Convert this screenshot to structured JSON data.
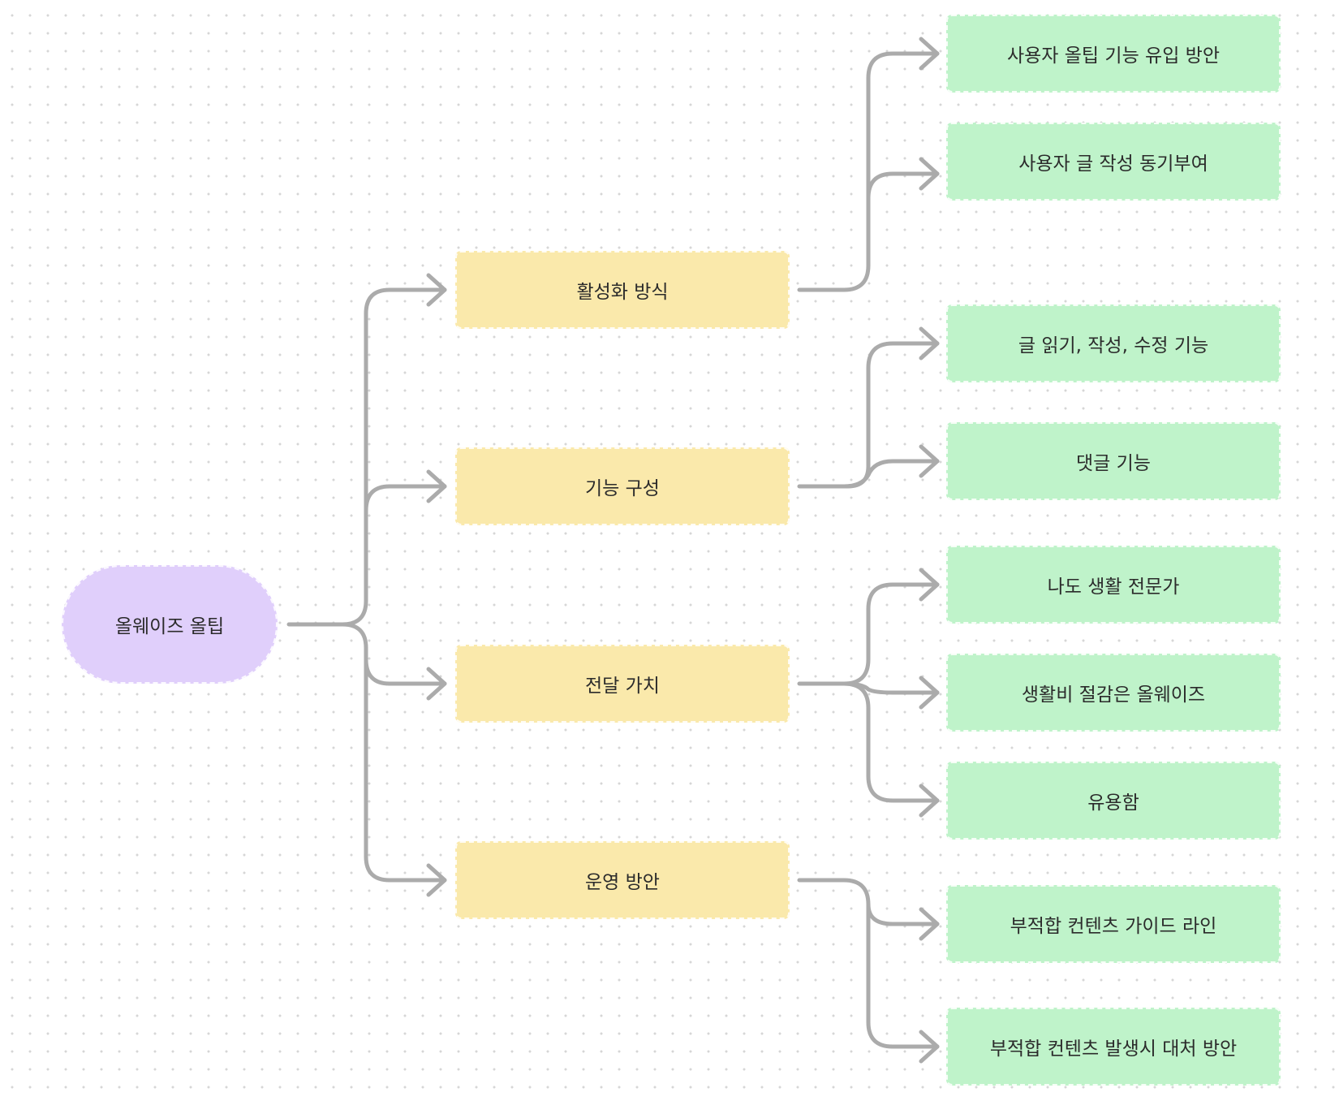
{
  "diagram": {
    "type": "mind-map",
    "root": {
      "label": "올웨이즈 올팁",
      "color": "#e0cffb"
    },
    "branches": [
      {
        "label": "활성화 방식",
        "color": "#fae9ab",
        "children": [
          "사용자 올팁 기능 유입 방안",
          "사용자 글 작성 동기부여"
        ]
      },
      {
        "label": "기능 구성",
        "color": "#fae9ab",
        "children": [
          "글 읽기, 작성, 수정 기능",
          "댓글 기능"
        ]
      },
      {
        "label": "전달 가치",
        "color": "#fae9ab",
        "children": [
          "나도 생활 전문가",
          "생활비 절감은 올웨이즈",
          "유용함"
        ]
      },
      {
        "label": "운영 방안",
        "color": "#fae9ab",
        "children": [
          "부적합 컨텐츠 가이드 라인",
          "부적합 컨텐츠 발생시 대처 방안"
        ]
      }
    ],
    "leaf_color": "#bff3ca",
    "connector_color": "#ababab",
    "background": "dotted-grid"
  }
}
